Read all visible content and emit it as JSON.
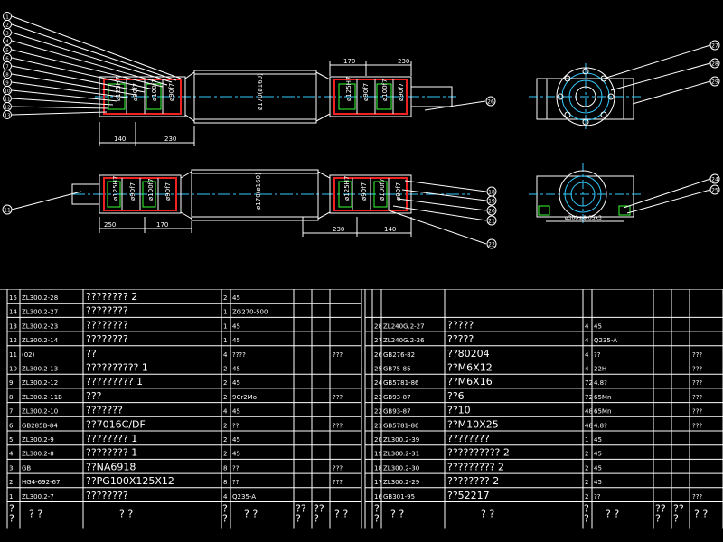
{
  "drawing": {
    "views": {
      "top_left": {
        "balloons": [
          "1",
          "2",
          "3",
          "4",
          "5",
          "6",
          "7",
          "8",
          "9",
          "10",
          "11",
          "12",
          "13"
        ],
        "right_balloon": "26",
        "dims": {
          "d140": "140",
          "d230": "230",
          "d170": "170",
          "d230b": "230"
        },
        "bore_labels": [
          "ø125H7",
          "ø90f7",
          "ø100f7",
          "ø90f7",
          "ø170(ø160)",
          "ø125H7",
          "ø90f7",
          "ø100f7",
          "ø90f7"
        ]
      },
      "bottom_left": {
        "left_balloon": "11",
        "right_balloons": [
          "18",
          "19",
          "20",
          "21",
          "22"
        ],
        "dims": {
          "d250": "250",
          "d170": "170",
          "d230": "230",
          "d140": "140"
        },
        "bore_labels": [
          "ø125H7",
          "ø90f7",
          "ø100f7",
          "ø90f7",
          "ø170(ø160)",
          "ø125H7",
          "ø90f7",
          "ø100f7",
          "ø90f7"
        ]
      },
      "end_view_top": {
        "balloons": [
          "27",
          "28",
          "29"
        ]
      },
      "end_view_bottom": {
        "balloons": [
          "24",
          "25"
        ],
        "dim": "ø300±0.05x3"
      }
    }
  },
  "bom": {
    "left": [
      {
        "no": "15",
        "code": "ZL300.2-28",
        "name": "????????  2",
        "qty": "2",
        "mat": "45",
        "w1": "",
        "w2": "",
        "note": ""
      },
      {
        "no": "14",
        "code": "ZL300.2-27",
        "name": "????????",
        "qty": "1",
        "mat": "ZG270-500",
        "w1": "",
        "w2": "",
        "note": ""
      },
      {
        "no": "13",
        "code": "ZL300.2-23",
        "name": "????????",
        "qty": "1",
        "mat": "45",
        "w1": "",
        "w2": "",
        "note": ""
      },
      {
        "no": "12",
        "code": "ZL300.2-14",
        "name": "????????",
        "qty": "1",
        "mat": "45",
        "w1": "",
        "w2": "",
        "note": ""
      },
      {
        "no": "11",
        "code": "(02)",
        "name": "??",
        "qty": "4",
        "mat": "????",
        "w1": "",
        "w2": "",
        "note": "???"
      },
      {
        "no": "10",
        "code": "ZL300.2-13",
        "name": "??????????  1",
        "qty": "2",
        "mat": "45",
        "w1": "",
        "w2": "",
        "note": ""
      },
      {
        "no": "9",
        "code": "ZL300.2-12",
        "name": "?????????  1",
        "qty": "2",
        "mat": "45",
        "w1": "",
        "w2": "",
        "note": ""
      },
      {
        "no": "8",
        "code": "ZL300.2-11B",
        "name": "???",
        "qty": "2",
        "mat": "9Cr2Mo",
        "w1": "",
        "w2": "",
        "note": "???"
      },
      {
        "no": "7",
        "code": "ZL300.2-10",
        "name": "???????",
        "qty": "4",
        "mat": "45",
        "w1": "",
        "w2": "",
        "note": ""
      },
      {
        "no": "6",
        "code": "GB285B-84",
        "name": "??7016C/DF",
        "qty": "2",
        "mat": "??",
        "w1": "",
        "w2": "",
        "note": "???"
      },
      {
        "no": "5",
        "code": "ZL300.2-9",
        "name": "????????  1",
        "qty": "2",
        "mat": "45",
        "w1": "",
        "w2": "",
        "note": ""
      },
      {
        "no": "4",
        "code": "ZL300.2-8",
        "name": "????????  1",
        "qty": "2",
        "mat": "45",
        "w1": "",
        "w2": "",
        "note": ""
      },
      {
        "no": "3",
        "code": "GB",
        "name": "??NA6918",
        "qty": "8",
        "mat": "??",
        "w1": "",
        "w2": "",
        "note": "???"
      },
      {
        "no": "2",
        "code": "HG4-692-67",
        "name": "??PG100X125X12",
        "qty": "8",
        "mat": "??",
        "w1": "",
        "w2": "",
        "note": "???"
      },
      {
        "no": "1",
        "code": "ZL300.2-7",
        "name": "????????",
        "qty": "4",
        "mat": "Q235-A",
        "w1": "",
        "w2": "",
        "note": ""
      }
    ],
    "right": [
      {
        "no": "28",
        "code": "ZL240G.2-27",
        "name": "?????",
        "qty": "4",
        "mat": "45",
        "w1": "",
        "w2": "",
        "note": ""
      },
      {
        "no": "27",
        "code": "ZL240G.2-26",
        "name": "?????",
        "qty": "4",
        "mat": "Q235-A",
        "w1": "",
        "w2": "",
        "note": ""
      },
      {
        "no": "26",
        "code": "GB276-82",
        "name": "??80204",
        "qty": "4",
        "mat": "??",
        "w1": "",
        "w2": "",
        "note": "???"
      },
      {
        "no": "25",
        "code": "GB75-85",
        "name": "??M6X12",
        "qty": "4",
        "mat": "22H",
        "w1": "",
        "w2": "",
        "note": "???"
      },
      {
        "no": "24",
        "code": "GB5781-86",
        "name": "??M6X16",
        "qty": "72",
        "mat": "4.8?",
        "w1": "",
        "w2": "",
        "note": "???"
      },
      {
        "no": "23",
        "code": "GB93-87",
        "name": "??6",
        "qty": "72",
        "mat": "65Mn",
        "w1": "",
        "w2": "",
        "note": "???"
      },
      {
        "no": "22",
        "code": "GB93-87",
        "name": "??10",
        "qty": "48",
        "mat": "65Mn",
        "w1": "",
        "w2": "",
        "note": "???"
      },
      {
        "no": "21",
        "code": "GB5781-86",
        "name": "??M10X25",
        "qty": "48",
        "mat": "4.8?",
        "w1": "",
        "w2": "",
        "note": "???"
      },
      {
        "no": "20",
        "code": "ZL300.2-39",
        "name": "????????",
        "qty": "1",
        "mat": "45",
        "w1": "",
        "w2": "",
        "note": ""
      },
      {
        "no": "19",
        "code": "ZL300.2-31",
        "name": "??????????  2",
        "qty": "2",
        "mat": "45",
        "w1": "",
        "w2": "",
        "note": ""
      },
      {
        "no": "18",
        "code": "ZL300.2-30",
        "name": "?????????  2",
        "qty": "2",
        "mat": "45",
        "w1": "",
        "w2": "",
        "note": ""
      },
      {
        "no": "17",
        "code": "ZL300.2-29",
        "name": "????????  2",
        "qty": "2",
        "mat": "45",
        "w1": "",
        "w2": "",
        "note": ""
      },
      {
        "no": "16",
        "code": "GB301-95",
        "name": "??52217",
        "qty": "2",
        "mat": "??",
        "w1": "",
        "w2": "",
        "note": "???"
      }
    ],
    "header_left": {
      "no": "?\n?",
      "code": "?    ?",
      "name": "?      ?",
      "qty": "?\n?",
      "mat": "?    ?",
      "w1": "??\n?",
      "w2": "??\n?",
      "note": "? ?"
    },
    "header_right": {
      "no": "?\n?",
      "code": "?    ?",
      "name": "?      ?",
      "qty": "?\n?",
      "mat": "?    ?",
      "w1": "??\n?",
      "w2": "??\n?",
      "note": "? ?"
    }
  }
}
